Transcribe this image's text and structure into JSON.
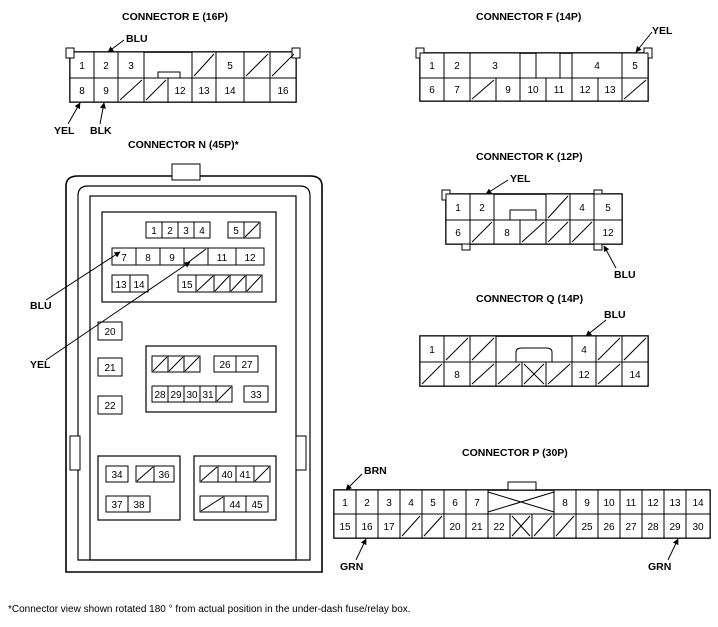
{
  "connectors": {
    "e": {
      "title": "CONNECTOR E (16P)",
      "pins": [
        "1",
        "2",
        "3",
        "5",
        "8",
        "9",
        "12",
        "13",
        "14",
        "16"
      ],
      "wires": [
        "BLU",
        "YEL",
        "BLK"
      ]
    },
    "f": {
      "title": "CONNECTOR F (14P)",
      "pins": [
        "1",
        "2",
        "3",
        "4",
        "5",
        "6",
        "7",
        "9",
        "10",
        "11",
        "12",
        "13"
      ],
      "wires": [
        "YEL"
      ]
    },
    "n": {
      "title": "CONNECTOR N (45P)*",
      "pins": [
        "1",
        "2",
        "3",
        "4",
        "5",
        "7",
        "8",
        "9",
        "11",
        "12",
        "13",
        "14",
        "15",
        "20",
        "21",
        "22",
        "26",
        "27",
        "28",
        "29",
        "30",
        "31",
        "33",
        "34",
        "36",
        "37",
        "38",
        "40",
        "41",
        "44",
        "45"
      ],
      "wires": [
        "BLU",
        "YEL"
      ]
    },
    "k": {
      "title": "CONNECTOR K (12P)",
      "pins": [
        "1",
        "2",
        "4",
        "5",
        "6",
        "8",
        "12"
      ],
      "wires": [
        "YEL",
        "BLU"
      ]
    },
    "q": {
      "title": "CONNECTOR Q (14P)",
      "pins": [
        "1",
        "4",
        "8",
        "12",
        "14"
      ],
      "wires": [
        "BLU"
      ]
    },
    "p": {
      "title": "CONNECTOR P (30P)",
      "pins": [
        "1",
        "2",
        "3",
        "4",
        "5",
        "6",
        "7",
        "8",
        "9",
        "10",
        "11",
        "12",
        "13",
        "14",
        "15",
        "16",
        "17",
        "20",
        "21",
        "22",
        "25",
        "26",
        "27",
        "28",
        "29",
        "30"
      ],
      "wires": [
        "BRN",
        "GRN",
        "GRN"
      ]
    }
  },
  "footnote": "*Connector view shown rotated 180 ° from actual position in the under-dash fuse/relay box."
}
